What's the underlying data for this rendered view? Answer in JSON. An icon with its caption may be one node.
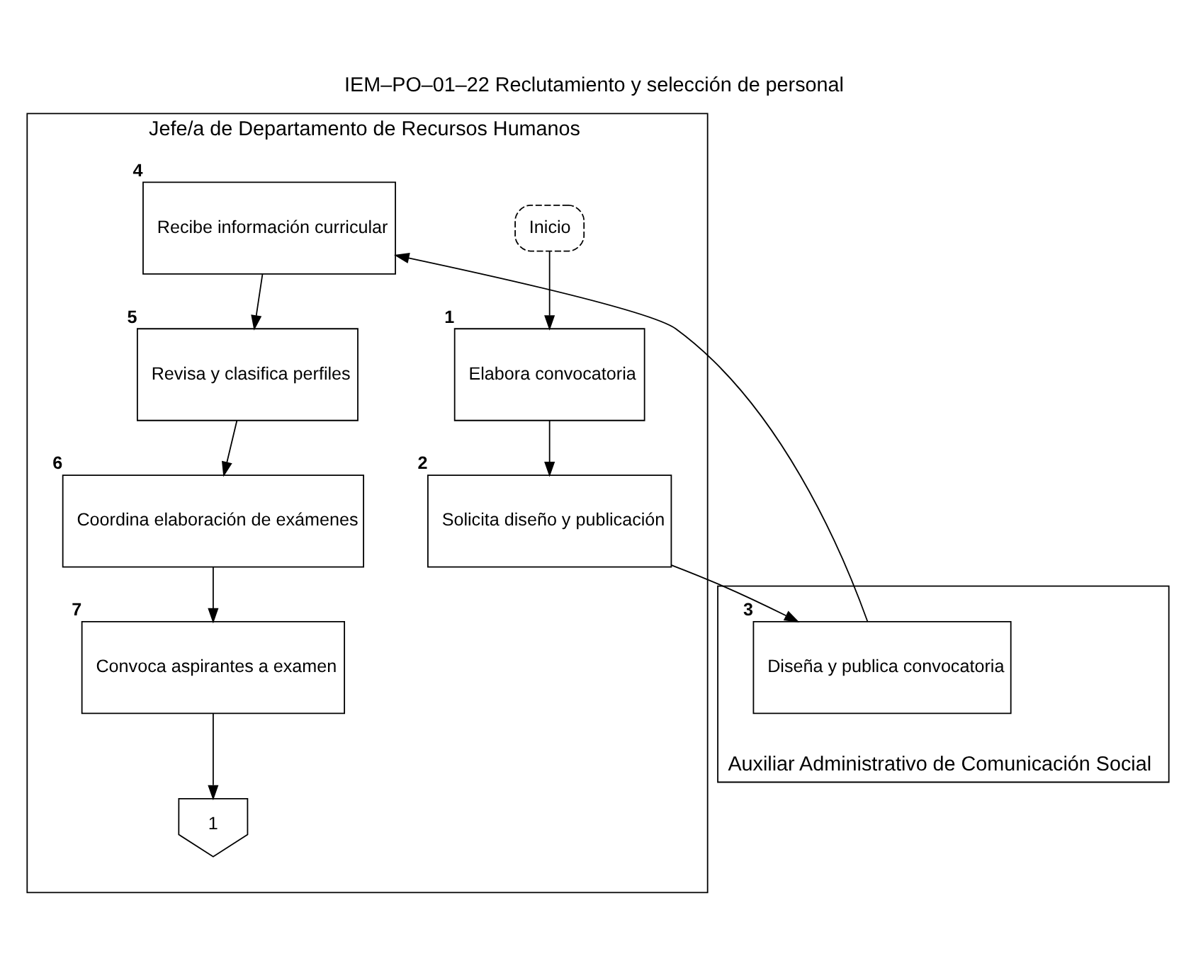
{
  "diagram": {
    "title": "IEM–PO–01–22 Reclutamiento y selección de personal",
    "nodes": [
      {
        "text": [
          "Jefe/a de Departamento de Recursos Humanos"
        ]
      },
      {
        "text": [
          "Auxiliar Administrativo de Comunicación Social"
        ]
      },
      {
        "text": [
          "Inicio"
        ],
        "in": 0
      },
      {
        "text": [
          "Elabora convocatoria"
        ],
        "in": 0,
        "beside": [
          "1"
        ]
      },
      {
        "text": [
          "Solicita diseño y publicación"
        ],
        "in": 0,
        "beside": [
          "2"
        ]
      },
      {
        "text": [
          "Diseña y publica convocatoria"
        ],
        "in": 1,
        "beside": [
          "3"
        ]
      },
      {
        "text": [
          "Recibe información curricular"
        ],
        "in": 0,
        "beside": [
          "4"
        ]
      },
      {
        "text": [
          "Revisa y clasifica perfiles"
        ],
        "in": 0,
        "beside": [
          "5"
        ]
      },
      {
        "text": [
          "Coordina elaboración de exámenes"
        ],
        "in": 0,
        "beside": [
          "6"
        ]
      },
      {
        "text": [
          "Convoca aspirantes a examen"
        ],
        "in": 0,
        "beside": [
          "7"
        ]
      },
      {
        "text": [
          "1"
        ],
        "in": 0
      }
    ],
    "edges": [
      {
        "from": 2,
        "to": 3,
        "arrow": "to"
      },
      {
        "from": 3,
        "to": 4,
        "arrow": "to"
      },
      {
        "from": 4,
        "to": 5,
        "arrow": "to"
      },
      {
        "from": 5,
        "to": 6,
        "arrow": "to"
      },
      {
        "from": 6,
        "to": 7,
        "arrow": "to"
      },
      {
        "from": 7,
        "to": 8,
        "arrow": "to"
      },
      {
        "from": 8,
        "to": 9,
        "arrow": "to"
      },
      {
        "from": 9,
        "to": 10,
        "arrow": "to"
      }
    ]
  }
}
